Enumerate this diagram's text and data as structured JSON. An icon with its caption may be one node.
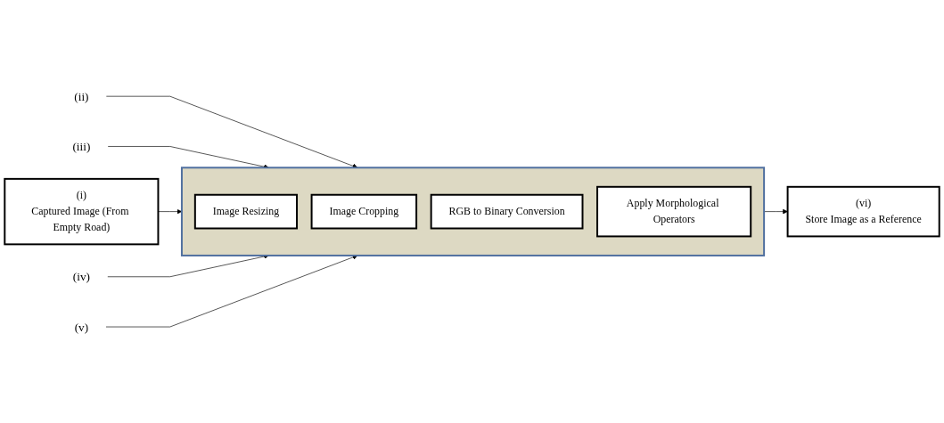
{
  "diagram": {
    "nodes": [
      {
        "text": [
          "(ii)"
        ]
      },
      {
        "text": [],
        "shape": "box"
      },
      {
        "text": [
          "Image Resizing"
        ],
        "in": 1
      },
      {
        "text": [
          "Image Cropping"
        ],
        "in": 1
      },
      {
        "text": [
          "RGB to Binary Conversion"
        ],
        "in": 1
      },
      {
        "text": [
          "Apply Morphological Operators"
        ],
        "in": 1
      },
      {
        "text": [
          "(iii)"
        ]
      },
      {
        "text": [
          "(i)",
          "Captured Image (From Empty Road)"
        ]
      },
      {
        "text": [
          "(iv)"
        ]
      },
      {
        "text": [
          "(v)"
        ]
      },
      {
        "text": [
          "(vi)",
          "Store Image as a Reference"
        ]
      }
    ],
    "edges": [
      {
        "from": 0,
        "to": 1,
        "arrow": "to"
      },
      {
        "from": 6,
        "to": 1,
        "arrow": "to"
      },
      {
        "from": 7,
        "to": 1,
        "arrow": "to"
      },
      {
        "from": 8,
        "to": 1,
        "arrow": "to"
      },
      {
        "from": 9,
        "to": 1,
        "arrow": "to"
      },
      {
        "from": 1,
        "to": 10,
        "arrow": "to"
      }
    ]
  }
}
